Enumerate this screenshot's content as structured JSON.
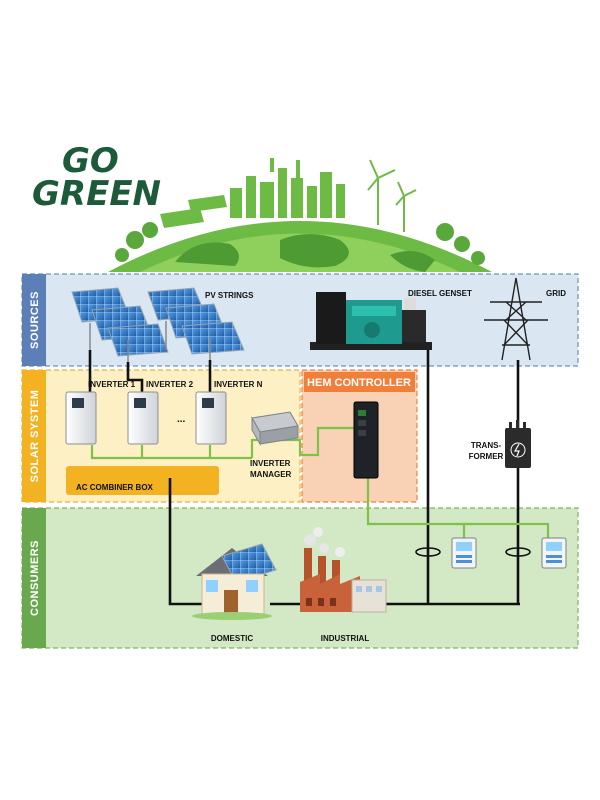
{
  "brand": {
    "line1": "GO",
    "line2": "GREEN"
  },
  "bands": {
    "sources": "SOURCES",
    "solar": "SOLAR SYSTEM",
    "consumers": "CONSUMERS"
  },
  "labels": {
    "pv_strings": "PV  STRINGS",
    "diesel": "DIESEL GENSET",
    "grid": "GRID",
    "inverter1": "INVERTER 1",
    "inverter2": "INVERTER 2",
    "inverterN": "INVERTER N",
    "ellipsis": "...",
    "combiner": "AC COMBINER BOX",
    "inverter_manager_1": "INVERTER",
    "inverter_manager_2": "MANAGER",
    "hem": "HEM CONTROLLER",
    "transformer_1": "TRANS-",
    "transformer_2": "FORMER",
    "domestic": "DOMESTIC",
    "industrial": "INDUSTRIAL"
  },
  "colors": {
    "brand": "#1d5a3a",
    "globe_green": "#6dbb45",
    "sources_bg": "#dbe6f3",
    "sources_tab": "#5b7fb6",
    "solar_bg": "#fdf0c4",
    "solar_tab": "#f2b221",
    "combiner": "#f2b221",
    "hem_bg": "#f9d2b6",
    "hem_tab": "#ef7f3a",
    "consumers_bg": "#d3e8c4",
    "consumers_tab": "#6aa84f",
    "signal_line": "#7dc24a",
    "power_line": "#111111"
  }
}
